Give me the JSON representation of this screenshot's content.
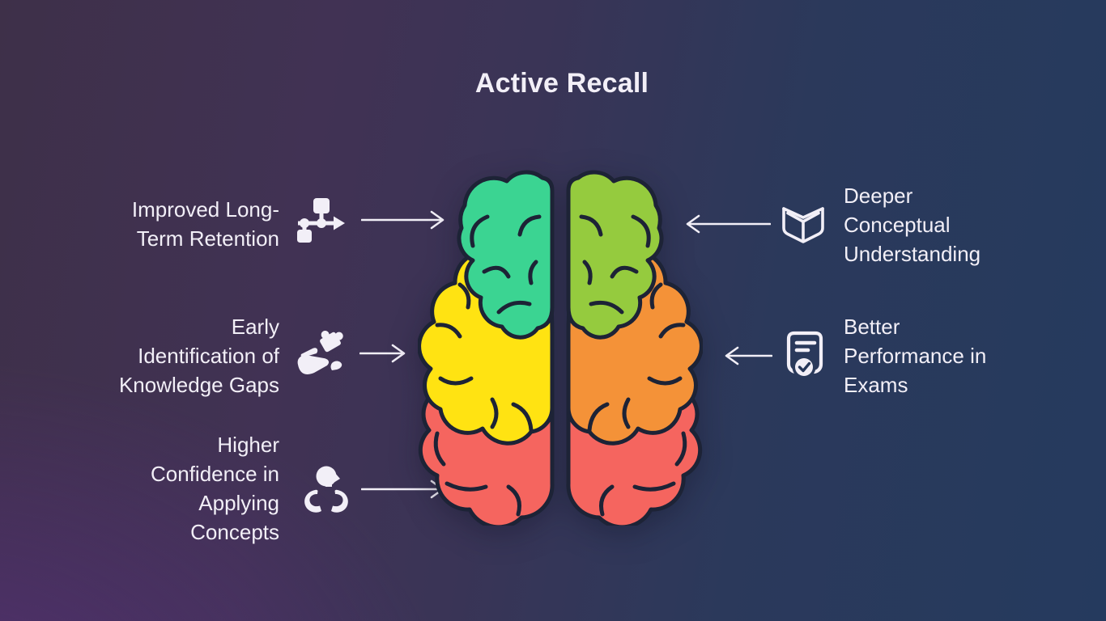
{
  "title": "Active Recall",
  "colors": {
    "text": "#f2eff7",
    "icon": "#f2eff7",
    "arrow": "#f2eff7",
    "brain-outline": "#1d2336",
    "brain-teal": "#3bd492",
    "brain-lime": "#95cb3e",
    "brain-yellow": "#ffe312",
    "brain-orange": "#f49238",
    "brain-red": "#f5655f",
    "bg-left-top": "#3e3049",
    "bg-left-bottom": "#4d2e68",
    "bg-right": "#253a5e"
  },
  "benefits_left": [
    {
      "label": "Improved Long-\nTerm Retention",
      "icon": "sitemap-icon"
    },
    {
      "label": "Early\nIdentification of\nKnowledge Gaps",
      "icon": "hand-puzzle-icon"
    },
    {
      "label": "Higher\nConfidence in\nApplying\nConcepts",
      "icon": "head-in-hands-icon"
    }
  ],
  "benefits_right": [
    {
      "label": "Deeper\nConceptual\nUnderstanding",
      "icon": "open-book-icon"
    },
    {
      "label": "Better\nPerformance in\nExams",
      "icon": "document-check-icon"
    }
  ]
}
